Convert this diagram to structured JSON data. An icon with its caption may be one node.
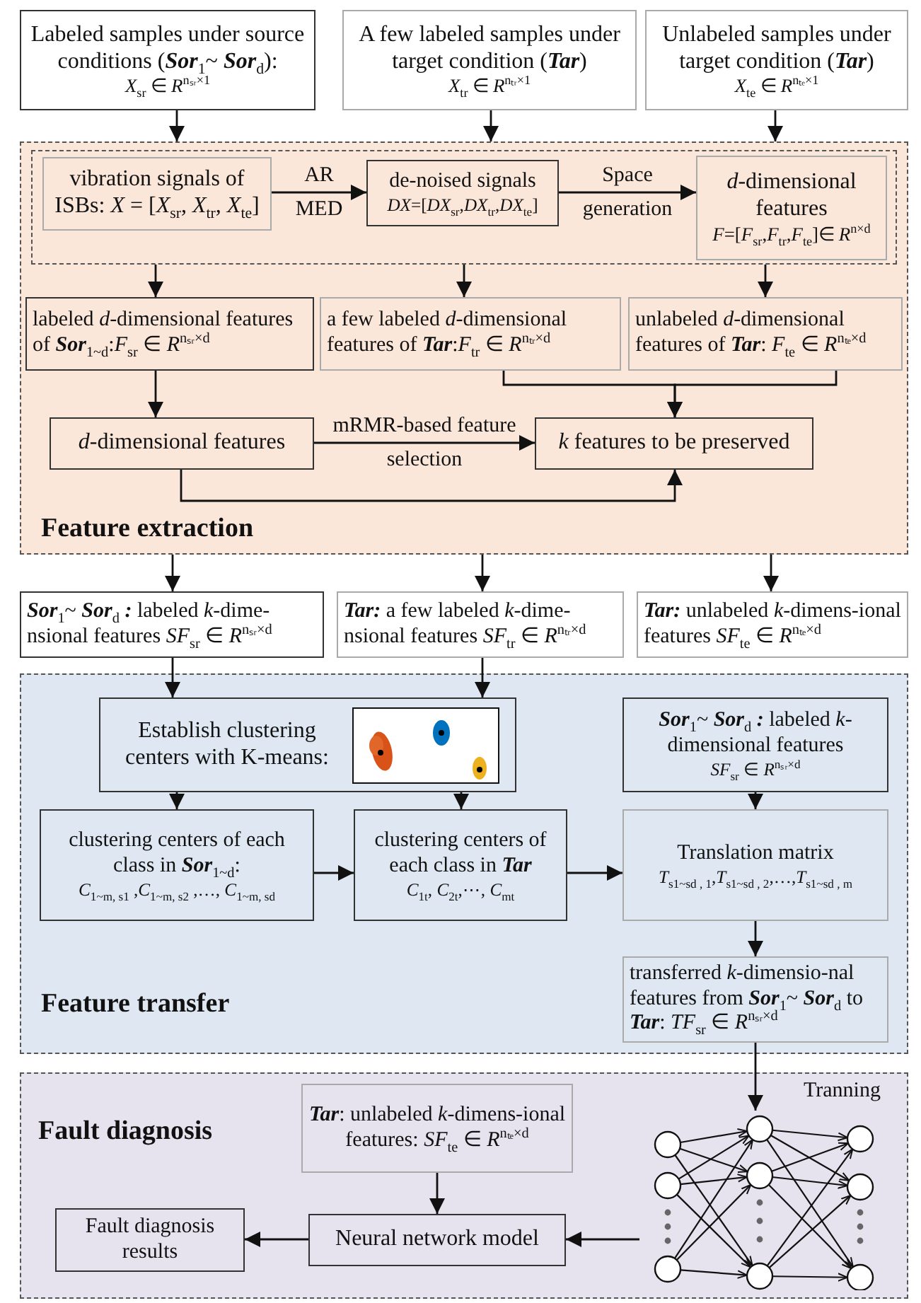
{
  "diagram": {
    "nodes": [
      {
        "text": [
          "Labeled samples under source conditions (**Sor**$_{1}$~ **Sor**$_{d}$):",
          "*X*$_{sr}$ ∈ *R*$^{nₛᵣ×1}$"
        ]
      },
      {
        "text": [
          "A few labeled samples under target condition (**Tar**)",
          "*X*$_{tr}$ ∈ *R*$^{nₜᵣ×1}$"
        ]
      },
      {
        "text": [
          "Unlabeled samples under target condition (**Tar**)",
          "*X*$_{te}$ ∈ *R*$^{nₜₑ×1}$"
        ]
      },
      {
        "text": [
          "Feature extraction"
        ]
      },
      {
        "text": [],
        "shape": "box",
        "in": 3
      },
      {
        "text": [
          "vibration signals of ISBs: *X* = [*X*$_{sr}$, *X*$_{tr}$, *X*$_{te}$]"
        ],
        "in": 4
      },
      {
        "text": [
          "de-noised signals",
          "*DX*=[*DX*$_{sr}$,*DX*$_{tr}$,*DX*$_{te}$]"
        ],
        "in": 4
      },
      {
        "text": [
          "*d*-dimensional features",
          "*F*=[*F*$_{sr}$,*F*$_{tr}$,*F*$_{te}$]∈ *R*$^{n×d}$"
        ],
        "in": 4
      },
      {
        "text": [
          "labeled *d*-dimensional features of **Sor**$_{1~d}$:*F*$_{sr}$ ∈ *R*$^{nₛᵣ×d}$"
        ],
        "in": 3
      },
      {
        "text": [
          "a few labeled *d*-dimensional features of **Tar**:*F*$_{tr}$ ∈ *R*$^{nₜᵣ×d}$"
        ],
        "in": 3
      },
      {
        "text": [
          "unlabeled *d*-dimensional features of **Tar**: *F*$_{te}$ ∈ *R*$^{nₜₑ×d}$"
        ],
        "in": 3
      },
      {
        "text": [
          "*d*-dimensional features"
        ],
        "in": 3
      },
      {
        "text": [
          "*k* features to be preserved"
        ],
        "in": 3
      },
      {
        "text": [
          "**Sor**$_{1}$~ **Sor**$_{d}$ **:** labeled *k*-dime-nsional features *SF*$_{sr}$ ∈ *R*$^{nₛᵣ×d}$"
        ]
      },
      {
        "text": [
          "**Tar:** a few labeled *k*-dime-nsional features *SF*$_{tr}$ ∈ *R*$^{nₜᵣ×d}$"
        ]
      },
      {
        "text": [
          "**Tar:** unlabeled *k*-dimens-ional features *SF*$_{te}$ ∈ *R*$^{nₜₑ×d}$"
        ]
      },
      {
        "text": [
          "Feature transfer"
        ]
      },
      {
        "text": [
          "Establish clustering centers with K-means:"
        ],
        "in": 16
      },
      {
        "text": [
          "**Sor**$_{1}$~ **Sor**$_{d}$ **:** labeled *k*-dimensional features",
          "*SF*$_{sr}$ ∈ *R*$^{nₛᵣ×d}$"
        ],
        "in": 16
      },
      {
        "text": [
          "clustering centers of each class in **Sor**$_{1~d}$:",
          "*C*$_{1~m, s1}$ ,*C*$_{1~m, s2}$ ,…, *C*$_{1~m, sd}$"
        ],
        "in": 16
      },
      {
        "text": [
          "clustering centers of each class in **Tar**",
          "*C*$_{1t}$, *C*$_{2t}$,⋯, *C*$_{mt}$"
        ],
        "in": 16
      },
      {
        "text": [
          "Translation matrix",
          "*T*$_{s1~sd , 1}$,*T*$_{s1~sd , 2}$,…,*T*$_{s1~sd , m}$"
        ],
        "in": 16
      },
      {
        "text": [
          "transferred *k*-dimensio-nal features from **Sor**$_{1}$~ **Sor**$_{d}$ to **Tar**: *TF*$_{sr}$ ∈ *R*$^{nₛᵣ×d}$"
        ],
        "in": 16
      },
      {
        "text": [
          "Fault diagnosis"
        ]
      },
      {
        "text": [
          "**Tar**: unlabeled *k*-dimens-ional features: *SF*$_{te}$ ∈ *R*$^{nₜₑ×d}$"
        ],
        "in": 23
      },
      {
        "text": [
          "Fault diagnosis results"
        ],
        "in": 23
      },
      {
        "text": [
          "Neural network model"
        ],
        "in": 23
      },
      {
        "text": [],
        "shape": "picture",
        "in": 23,
        "beside": [
          "Tranning"
        ]
      }
    ],
    "edges": [
      {
        "from": 0,
        "to": 3,
        "arrow": "to"
      },
      {
        "from": 1,
        "to": 3,
        "arrow": "to"
      },
      {
        "from": 2,
        "to": 3,
        "arrow": "to"
      },
      {
        "from": 4,
        "to": 8,
        "arrow": "to"
      },
      {
        "from": 4,
        "to": 9,
        "arrow": "to"
      },
      {
        "from": 4,
        "to": 10,
        "arrow": "to"
      },
      {
        "from": 5,
        "to": 6,
        "arrow": "to",
        "label": "AR MED"
      },
      {
        "from": 6,
        "to": 7,
        "arrow": "to",
        "label": "Space generation"
      },
      {
        "from": 8,
        "to": 11,
        "arrow": "to"
      },
      {
        "from": 9,
        "to": 12,
        "arrow": "to"
      },
      {
        "from": 10,
        "to": 12,
        "arrow": "to"
      },
      {
        "from": 11,
        "to": 12,
        "arrow": "to",
        "label": "mRMR-based feature selection"
      },
      {
        "from": 11,
        "to": 12,
        "arrow": "to"
      },
      {
        "from": 3,
        "to": 13,
        "arrow": "to"
      },
      {
        "from": 3,
        "to": 14,
        "arrow": "to"
      },
      {
        "from": 3,
        "to": 15,
        "arrow": "to"
      },
      {
        "from": 13,
        "to": 17,
        "arrow": "to"
      },
      {
        "from": 14,
        "to": 17,
        "arrow": "to"
      },
      {
        "from": 17,
        "to": 19,
        "arrow": "to"
      },
      {
        "from": 17,
        "to": 20,
        "arrow": "to"
      },
      {
        "from": 18,
        "to": 21,
        "arrow": "to"
      },
      {
        "from": 19,
        "to": 20,
        "arrow": "to"
      },
      {
        "from": 20,
        "to": 21,
        "arrow": "to"
      },
      {
        "from": 21,
        "to": 22,
        "arrow": "to"
      },
      {
        "from": 22,
        "to": 27,
        "arrow": "to"
      },
      {
        "from": 24,
        "to": 26,
        "arrow": "to"
      },
      {
        "from": 26,
        "to": 25,
        "arrow": "to"
      },
      {
        "from": 27,
        "to": 26,
        "arrow": "to"
      }
    ]
  }
}
